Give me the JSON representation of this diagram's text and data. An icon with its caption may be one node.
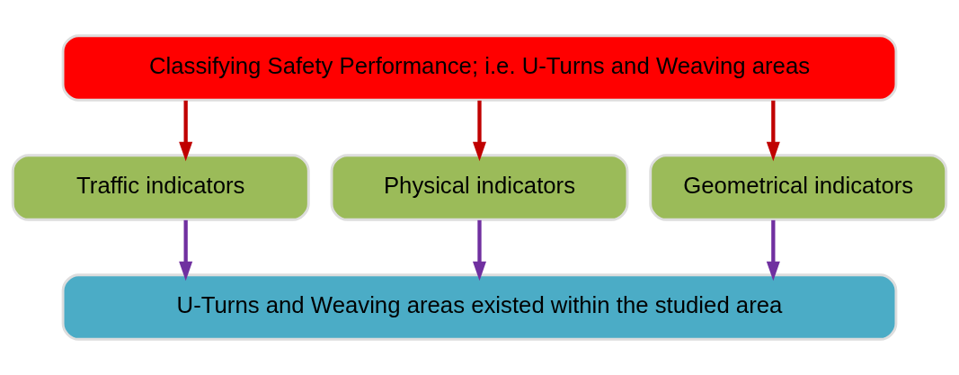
{
  "diagram": {
    "nodes": [
      {
        "text": [
          "Classifying Safety Performance; i.e. U-Turns and Weaving areas"
        ]
      },
      {
        "text": [
          "Traffic indicators"
        ]
      },
      {
        "text": [
          "Physical indicators"
        ]
      },
      {
        "text": [
          "Geometrical indicators"
        ]
      },
      {
        "text": [
          "U-Turns and Weaving areas existed within the studied area"
        ]
      }
    ],
    "edges": [
      {
        "from": 0,
        "to": 1,
        "arrow": "to",
        "color": "#c00000"
      },
      {
        "from": 0,
        "to": 2,
        "arrow": "to",
        "color": "#c00000"
      },
      {
        "from": 0,
        "to": 3,
        "arrow": "to",
        "color": "#c00000"
      },
      {
        "from": 1,
        "to": 4,
        "arrow": "to",
        "color": "#7030a0"
      },
      {
        "from": 2,
        "to": 4,
        "arrow": "to",
        "color": "#7030a0"
      },
      {
        "from": 3,
        "to": 4,
        "arrow": "to",
        "color": "#7030a0"
      }
    ]
  }
}
